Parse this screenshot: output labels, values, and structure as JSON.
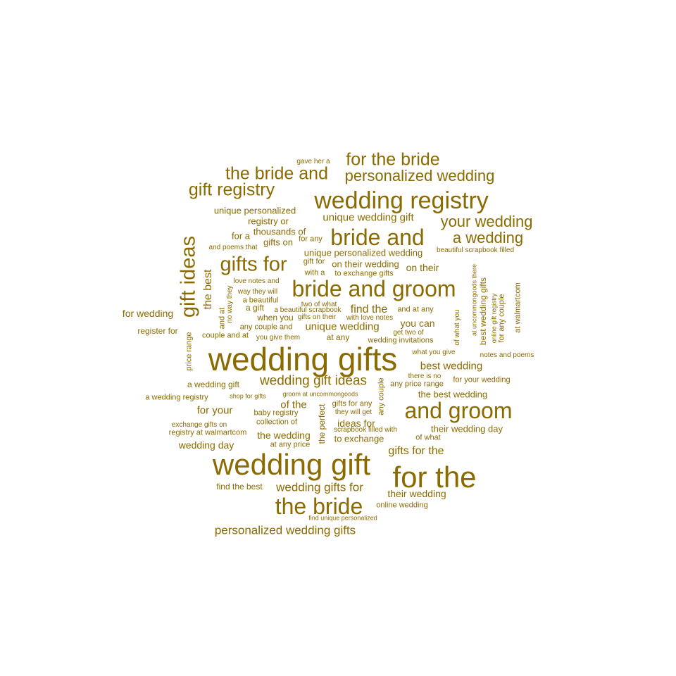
{
  "colors": {
    "word": "#8b6b00",
    "background": "#ffffff"
  },
  "words": [
    {
      "text": "wedding gifts"
    },
    {
      "text": "wedding gift"
    },
    {
      "text": "for the"
    },
    {
      "text": "wedding registry"
    },
    {
      "text": "and groom"
    },
    {
      "text": "bride and groom"
    },
    {
      "text": "the bride"
    },
    {
      "text": "bride and"
    },
    {
      "text": "gift ideas"
    },
    {
      "text": "gifts for"
    },
    {
      "text": "for the bride"
    },
    {
      "text": "gift registry"
    },
    {
      "text": "the bride and"
    },
    {
      "text": "personalized wedding"
    },
    {
      "text": "your wedding"
    },
    {
      "text": "a wedding"
    },
    {
      "text": "wedding gift ideas"
    },
    {
      "text": "personalized wedding gifts"
    },
    {
      "text": "wedding gifts for"
    },
    {
      "text": "unique wedding gift"
    },
    {
      "text": "unique personalized"
    },
    {
      "text": "registry or"
    },
    {
      "text": "thousands of"
    },
    {
      "text": "gave her a"
    },
    {
      "text": "for a"
    },
    {
      "text": "for any"
    },
    {
      "text": "gifts on"
    },
    {
      "text": "and poems that"
    },
    {
      "text": "unique personalized wedding"
    },
    {
      "text": "beautiful scrapbook filled"
    },
    {
      "text": "gift for"
    },
    {
      "text": "on their wedding"
    },
    {
      "text": "on their"
    },
    {
      "text": "with a"
    },
    {
      "text": "to exchange gifts"
    },
    {
      "text": "the best"
    },
    {
      "text": "love notes and"
    },
    {
      "text": "way they will"
    },
    {
      "text": "no way they"
    },
    {
      "text": "and at"
    },
    {
      "text": "a beautiful"
    },
    {
      "text": "a gift"
    },
    {
      "text": "two of what"
    },
    {
      "text": "a beautiful scrapbook"
    },
    {
      "text": "find the"
    },
    {
      "text": "and at any"
    },
    {
      "text": "for wedding"
    },
    {
      "text": "when you"
    },
    {
      "text": "gifts on their"
    },
    {
      "text": "with love notes"
    },
    {
      "text": "you can"
    },
    {
      "text": "register for"
    },
    {
      "text": "any couple and"
    },
    {
      "text": "unique wedding"
    },
    {
      "text": "couple and at"
    },
    {
      "text": "you give them"
    },
    {
      "text": "at any"
    },
    {
      "text": "get two of"
    },
    {
      "text": "wedding invitations"
    },
    {
      "text": "price range"
    },
    {
      "text": "what you give"
    },
    {
      "text": "notes and poems"
    },
    {
      "text": "best wedding"
    },
    {
      "text": "there is no"
    },
    {
      "text": "any price range"
    },
    {
      "text": "for your wedding"
    },
    {
      "text": "a wedding gift"
    },
    {
      "text": "any couple"
    },
    {
      "text": "a wedding registry"
    },
    {
      "text": "shop for gifts"
    },
    {
      "text": "groom at uncommongoods"
    },
    {
      "text": "the best wedding"
    },
    {
      "text": "of the"
    },
    {
      "text": "gifts for any"
    },
    {
      "text": "for your"
    },
    {
      "text": "they will get"
    },
    {
      "text": "baby registry"
    },
    {
      "text": "the perfect"
    },
    {
      "text": "collection of"
    },
    {
      "text": "ideas for"
    },
    {
      "text": "exchange gifts on"
    },
    {
      "text": "registry at walmartcom"
    },
    {
      "text": "scrapbook filled with"
    },
    {
      "text": "their wedding day"
    },
    {
      "text": "the wedding"
    },
    {
      "text": "to exchange"
    },
    {
      "text": "of what"
    },
    {
      "text": "wedding day"
    },
    {
      "text": "at any price"
    },
    {
      "text": "gifts for the"
    },
    {
      "text": "find the best"
    },
    {
      "text": "their wedding"
    },
    {
      "text": "online wedding"
    },
    {
      "text": "find unique personalized"
    },
    {
      "text": "at uncommongoods there"
    },
    {
      "text": "best wedding gifts"
    },
    {
      "text": "online gift registry"
    },
    {
      "text": "for any couple"
    },
    {
      "text": "of what you"
    },
    {
      "text": "at walmartcom"
    }
  ]
}
